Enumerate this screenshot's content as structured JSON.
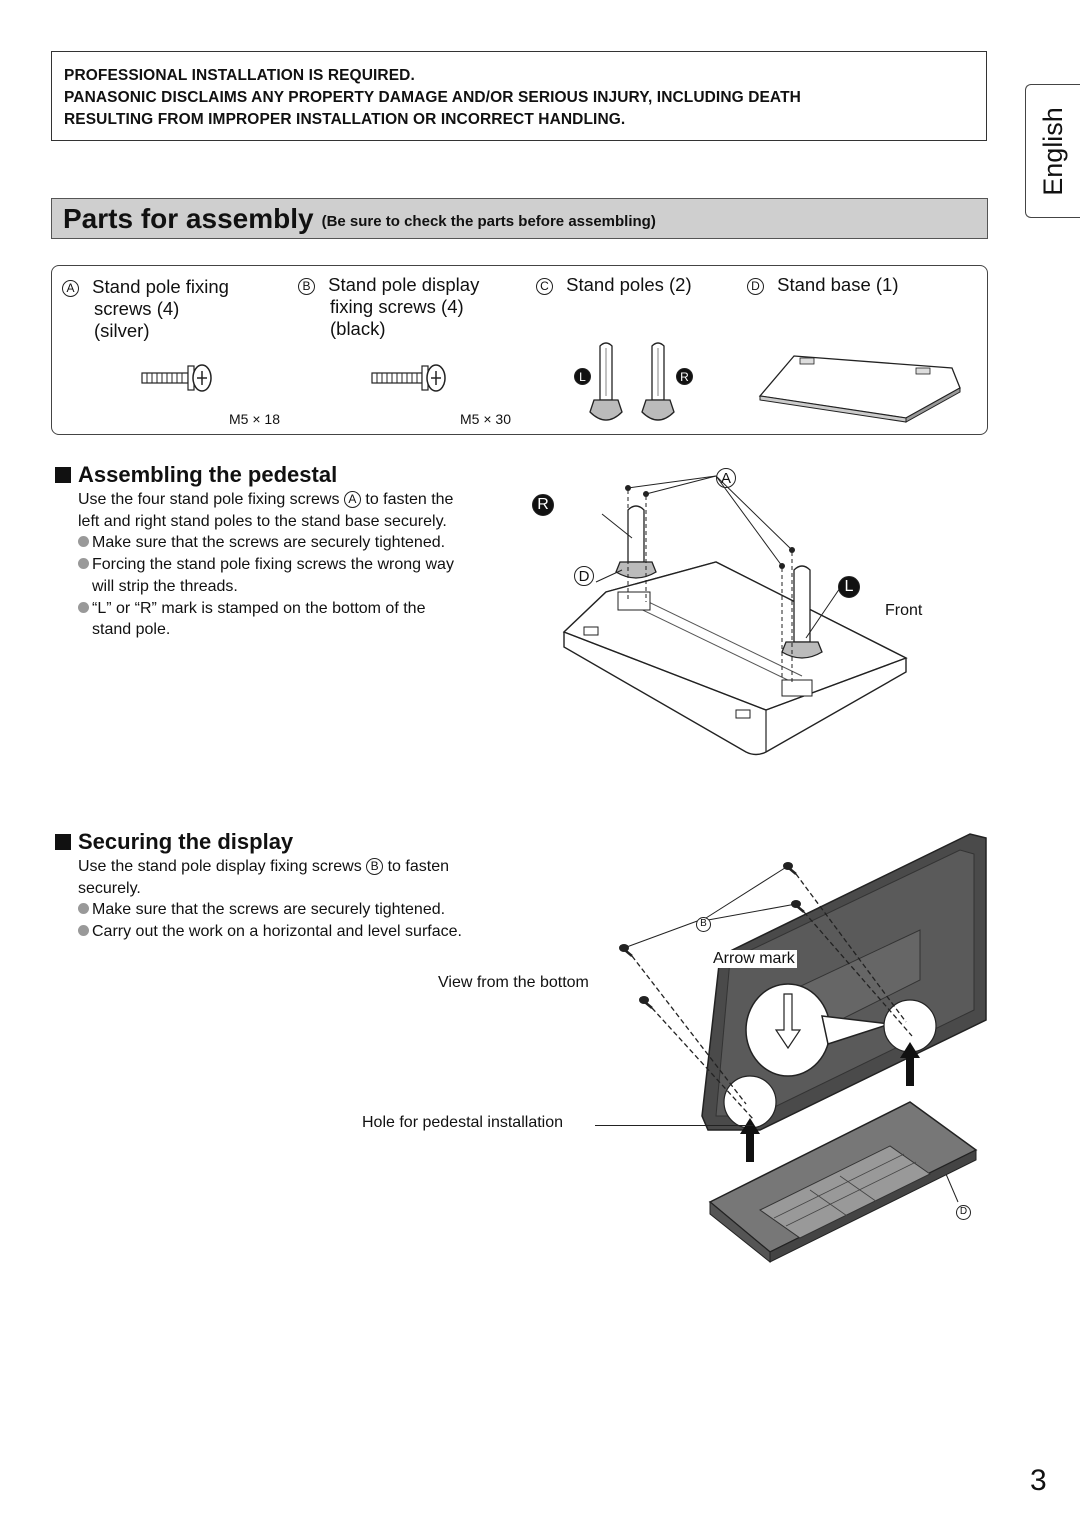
{
  "warning": {
    "line1": "PROFESSIONAL INSTALLATION IS REQUIRED.",
    "line2": "PANASONIC DISCLAIMS ANY PROPERTY DAMAGE AND/OR SERIOUS INJURY, INCLUDING DEATH",
    "line3": "RESULTING FROM IMPROPER INSTALLATION OR INCORRECT HANDLING."
  },
  "language_tab": "English",
  "parts": {
    "title": "Parts for assembly",
    "subtitle": "(Be sure to check the parts before assembling)",
    "items": [
      {
        "letter": "A",
        "lines": [
          "Stand pole fixing",
          "screws (4)",
          "(silver)"
        ],
        "size": "M5 × 18"
      },
      {
        "letter": "B",
        "lines": [
          "Stand pole display",
          "fixing screws (4)",
          "(black)"
        ],
        "size": "M5 × 30"
      },
      {
        "letter": "C",
        "lines": [
          "Stand poles (2)"
        ],
        "marks": [
          "L",
          "R"
        ]
      },
      {
        "letter": "D",
        "lines": [
          "Stand base (1)"
        ]
      }
    ]
  },
  "assembling": {
    "title": "Assembling the pedestal",
    "intro_pre": "Use the four stand pole fixing screws",
    "intro_letter": "A",
    "intro_post": "to fasten the",
    "intro_line2": "left and right stand poles to the stand base securely.",
    "bullets": [
      [
        "Make sure that the screws are securely tightened."
      ],
      [
        "Forcing the stand pole fixing screws the wrong way",
        "will strip the threads."
      ],
      [
        "“L” or “R” mark is stamped on the bottom of the",
        "stand pole."
      ]
    ],
    "fig_labels": {
      "a": "A",
      "r": "R",
      "d": "D",
      "l": "L",
      "front": "Front"
    }
  },
  "securing": {
    "title": "Securing the display",
    "intro_pre": "Use the stand pole display fixing screws",
    "intro_letter": "B",
    "intro_post": "to fasten",
    "intro_line2": "securely.",
    "bullets": [
      "Make sure that the screws are securely tightened.",
      "Carry out the work on a horizontal and level surface."
    ],
    "fig_labels": {
      "view": "View from the bottom",
      "hole": "Hole for pedestal installation",
      "arrow": "Arrow mark",
      "b": "B",
      "d": "D"
    }
  },
  "page_number": "3"
}
